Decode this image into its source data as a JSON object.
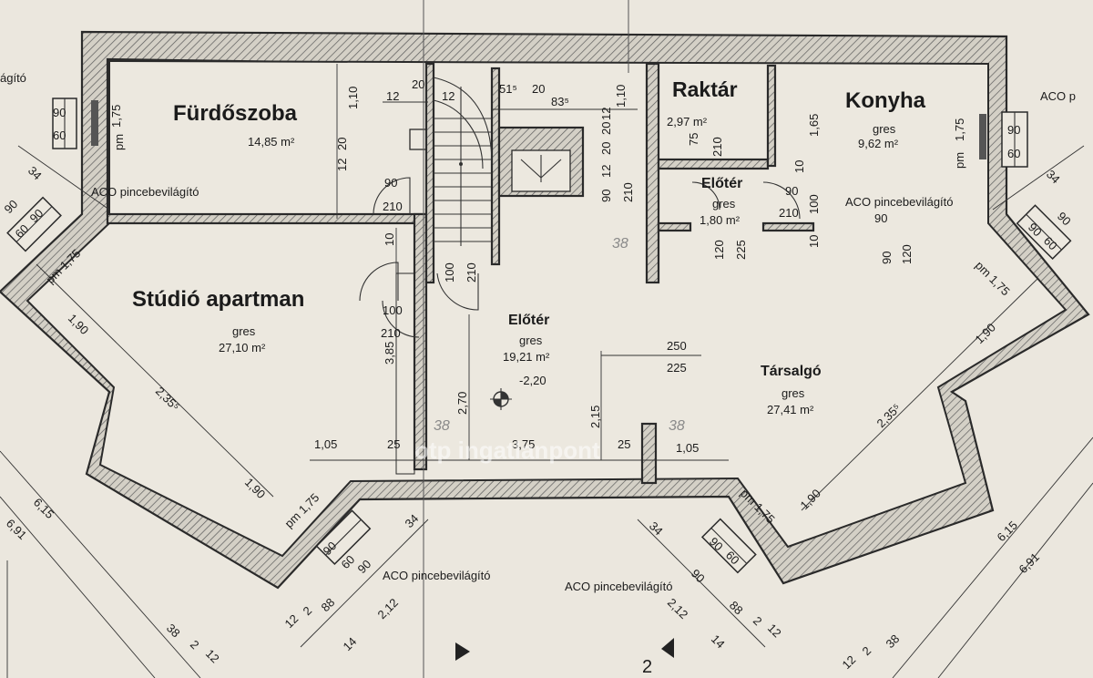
{
  "plan": {
    "rooms": {
      "bath": {
        "name": "Fürdőszoba",
        "area": "14,85 m²"
      },
      "storage": {
        "name": "Raktár",
        "area": "2,97 m²"
      },
      "kitchen": {
        "name": "Konyha",
        "floor": "gres",
        "area": "9,62 m²"
      },
      "hall_small": {
        "name": "Előtér",
        "floor": "gres",
        "area": "1,80 m²"
      },
      "studio": {
        "name": "Stúdió apartman",
        "floor": "gres",
        "area": "27,10 m²"
      },
      "hall_main": {
        "name": "Előtér",
        "floor": "gres",
        "area": "19,21 m²",
        "level": "-2,20"
      },
      "lounge": {
        "name": "Társalgó",
        "floor": "gres",
        "area": "27,41 m²"
      }
    },
    "aco_label": "ACO pincebevilágító",
    "aco_short": "ACO p",
    "aco_cut": "ágító",
    "watermark": "otp ingatlanpont",
    "dims": {
      "d90": "90",
      "d60": "60",
      "d175": "1,75",
      "pm175": "pm 1,75",
      "pm": "pm",
      "d12": "12",
      "d20": "20",
      "d515": "51⁵",
      "d835": "83⁵",
      "d110": "1,10",
      "d210": "210",
      "d75": "75",
      "d165": "1,65",
      "d10": "10",
      "d100": "100",
      "d120": "120",
      "d225": "225",
      "d250": "250",
      "d385": "3,85",
      "d270": "2,70",
      "d215": "2,15",
      "d105": "1,05",
      "d25": "25",
      "d375": "3,75",
      "d190": "1,90",
      "d2355": "2,35⁵",
      "d34": "34",
      "d88": "88",
      "d2": "2",
      "d212": "2,12",
      "d14": "14",
      "d38": "38",
      "d615": "6,15",
      "d691": "6,91",
      "d12b": "12"
    },
    "pencil": {
      "p38": "38"
    },
    "markers": {
      "section2": "2"
    }
  }
}
